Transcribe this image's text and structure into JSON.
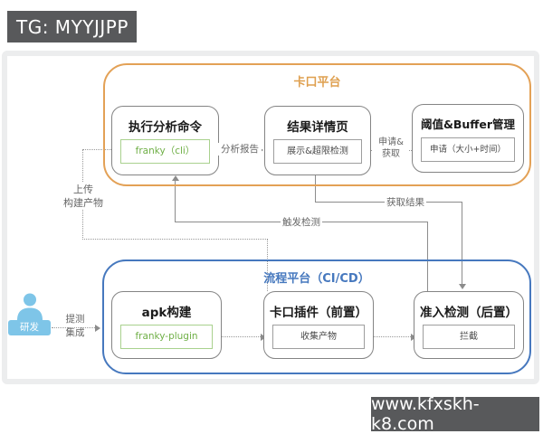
{
  "banners": {
    "top_left": "TG: MYYJJPP",
    "bottom_right": "www.kfxskh-k8.com"
  },
  "colors": {
    "gate_accent": "#dfa050",
    "pipeline_accent": "#4678be",
    "green_chip": "#6faf46",
    "banner_bg": "#58595b",
    "actor_blue": "#7ec5e8",
    "line_gray": "#8c8c8c"
  },
  "gate_platform": {
    "title": "卡口平台",
    "nodes": [
      {
        "title": "执行分析命令",
        "inner": "franky（cli）"
      },
      {
        "title": "结果详情页",
        "inner": "展示&超限检测"
      },
      {
        "title": "阈值&Buffer管理",
        "inner": "申请（大小+时间）"
      }
    ]
  },
  "pipeline_platform": {
    "title": "流程平台（CI/CD）",
    "nodes": [
      {
        "title": "apk构建",
        "inner": "franky-plugin"
      },
      {
        "title": "卡口插件（前置）",
        "inner": "收集产物"
      },
      {
        "title": "准入检测（后置）",
        "inner": "拦截"
      }
    ]
  },
  "actor": {
    "label": "研发"
  },
  "edge_labels": {
    "submit": {
      "line1": "提测",
      "line2": "集成"
    },
    "upload": {
      "line1": "上传",
      "line2": "构建产物"
    },
    "analysis_report": "分析报告",
    "apply_fetch": {
      "line1": "申请&",
      "line2": "获取"
    },
    "fetch_result": "获取结果",
    "trigger_detect": "触发检测"
  }
}
